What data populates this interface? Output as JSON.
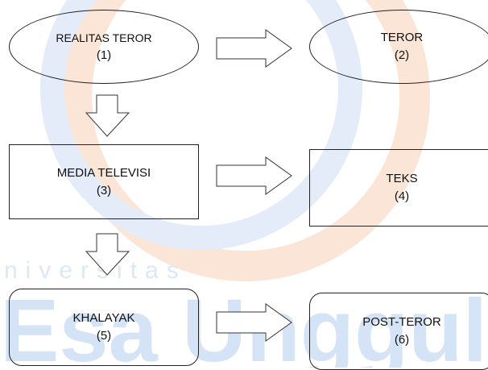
{
  "watermark": {
    "text": "niversitas",
    "word": "Esa Unggul"
  },
  "nodes": [
    {
      "id": "n1",
      "label": "REALITAS TEROR",
      "number": "(1)"
    },
    {
      "id": "n2",
      "label": "TEROR",
      "number": "(2)"
    },
    {
      "id": "n3",
      "label": "MEDIA TELEVISI",
      "number": "(3)"
    },
    {
      "id": "n4",
      "label": "TEKS",
      "number": "(4)"
    },
    {
      "id": "n5",
      "label": "KHALAYAK",
      "number": "(5)"
    },
    {
      "id": "n6",
      "label": "POST-TEROR",
      "number": "(6)"
    }
  ],
  "colors": {
    "watermark_orange": "#f6d2b8",
    "watermark_blue": "#c9dcf1",
    "outline": "#222222"
  }
}
